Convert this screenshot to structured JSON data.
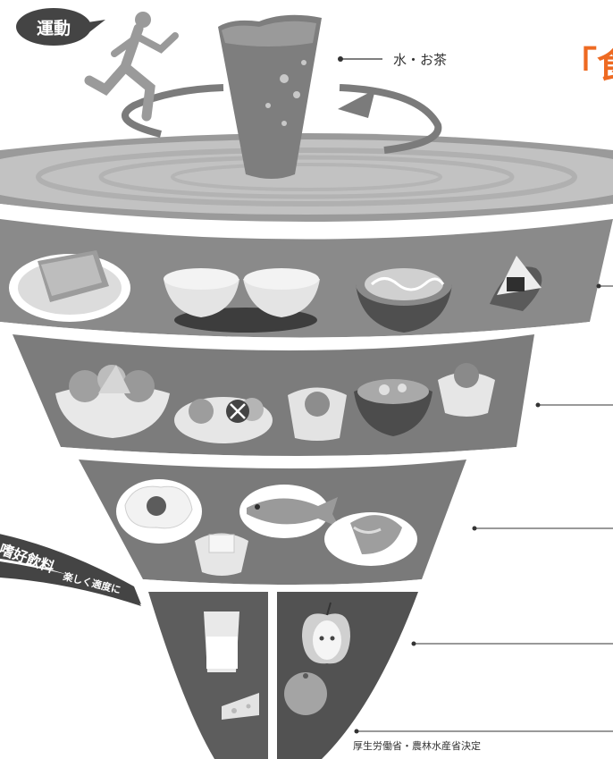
{
  "title_fragment": "「食",
  "exercise_badge": "運動",
  "drink_label": "水・お茶",
  "snack_label": {
    "main": "嗜好飲料",
    "sub": "楽しく適度に"
  },
  "credit": "厚生労働省・農林水産省決定",
  "colors": {
    "accent": "#ee6a22",
    "tier_dark": "#6f6f6f",
    "tier_mid": "#8d8d8d",
    "rim": "#b9b9b9"
  },
  "icons": [
    "runner-icon",
    "water-glass-icon",
    "rotation-arrow-icon",
    "toast-icon",
    "rice-bowl-icon",
    "noodle-bowl-icon",
    "onigiri-icon",
    "salad-icon",
    "vegetable-dish-icon",
    "soup-bowl-icon",
    "egg-icon",
    "fish-icon",
    "salmon-icon",
    "tofu-icon",
    "milk-glass-icon",
    "cheese-icon",
    "apple-icon",
    "orange-icon"
  ]
}
